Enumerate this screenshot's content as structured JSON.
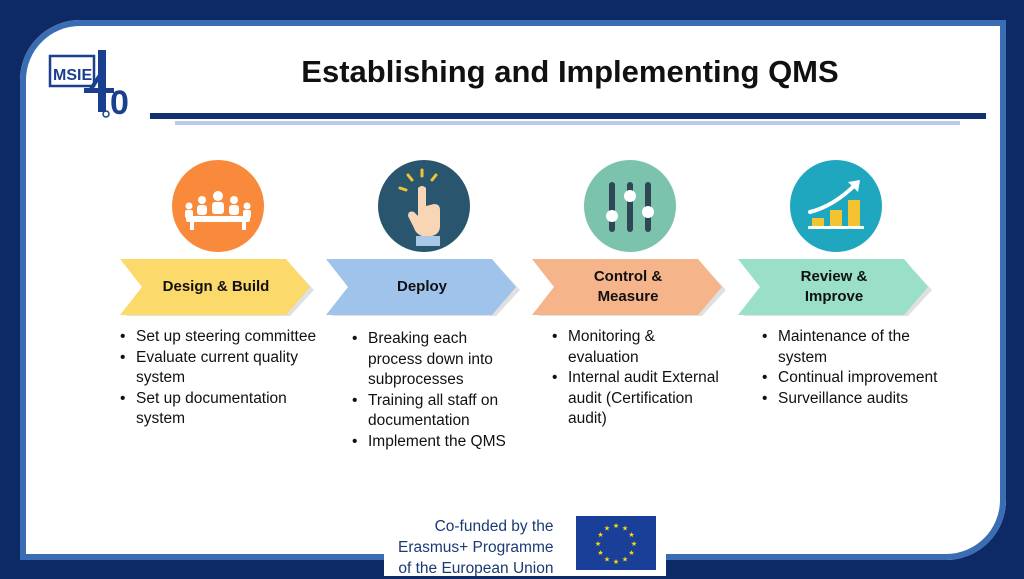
{
  "title": "Establishing and Implementing QMS",
  "logo": {
    "left_text": "MSIE",
    "right_text": "4.0"
  },
  "colors": {
    "background": "#0d2a66",
    "design": "#f98a3c",
    "deploy": "#29556e",
    "control": "#7cc3ad",
    "review": "#1fa7c0",
    "arrow_design": "#fbd96a",
    "arrow_deploy": "#9fc3ea",
    "arrow_control": "#f5b48a",
    "arrow_review": "#9ae0c8"
  },
  "stages": [
    {
      "label": "Design & Build",
      "icon": "meeting-icon",
      "items": [
        "Set up steering committee",
        "Evaluate current quality system",
        "Set up documentation system"
      ]
    },
    {
      "label": "Deploy",
      "icon": "hand-click-icon",
      "items": [
        "Breaking each process down into subprocesses",
        "Training all staff on documentation",
        "Implement the QMS"
      ]
    },
    {
      "label": "Control & Measure",
      "icon": "sliders-icon",
      "items": [
        "Monitoring & evaluation",
        "Internal audit External audit (Certification audit)"
      ]
    },
    {
      "label": "Review & Improve",
      "icon": "growth-chart-icon",
      "items": [
        "Maintenance of the system",
        "Continual improvement",
        "Surveillance audits"
      ]
    }
  ],
  "footer": {
    "line1": "Co-funded by the",
    "line2": "Erasmus+ Programme",
    "line3": "of the European Union"
  }
}
